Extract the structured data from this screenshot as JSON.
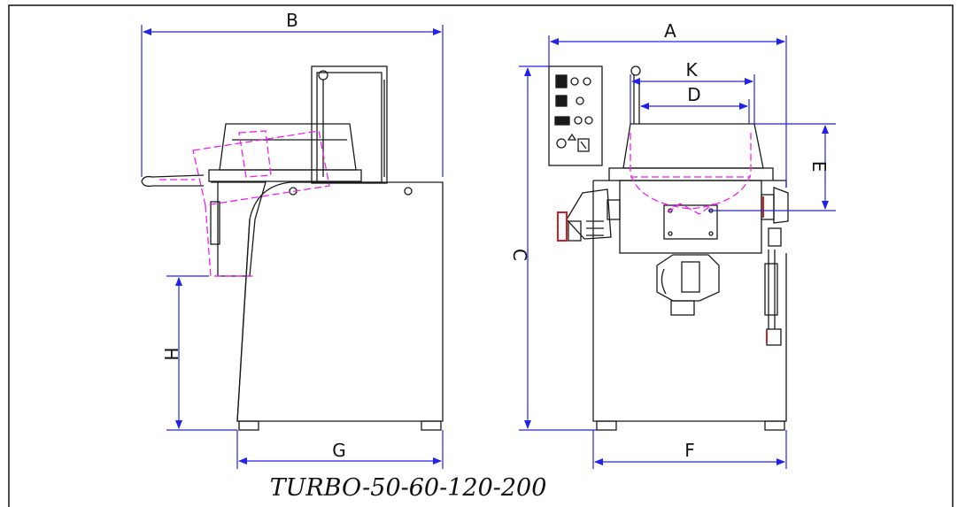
{
  "title": "TURBO-50-60-120-200",
  "dimension_labels": {
    "a": "A",
    "b": "B",
    "c": "C",
    "d": "D",
    "e": "E",
    "f": "F",
    "g": "G",
    "h": "H",
    "k": "K"
  },
  "colors": {
    "outline": "#1a1a1a",
    "dimension": "#2222ee",
    "alternate_position": "#ee22ee",
    "accent_red": "#cc2222"
  }
}
